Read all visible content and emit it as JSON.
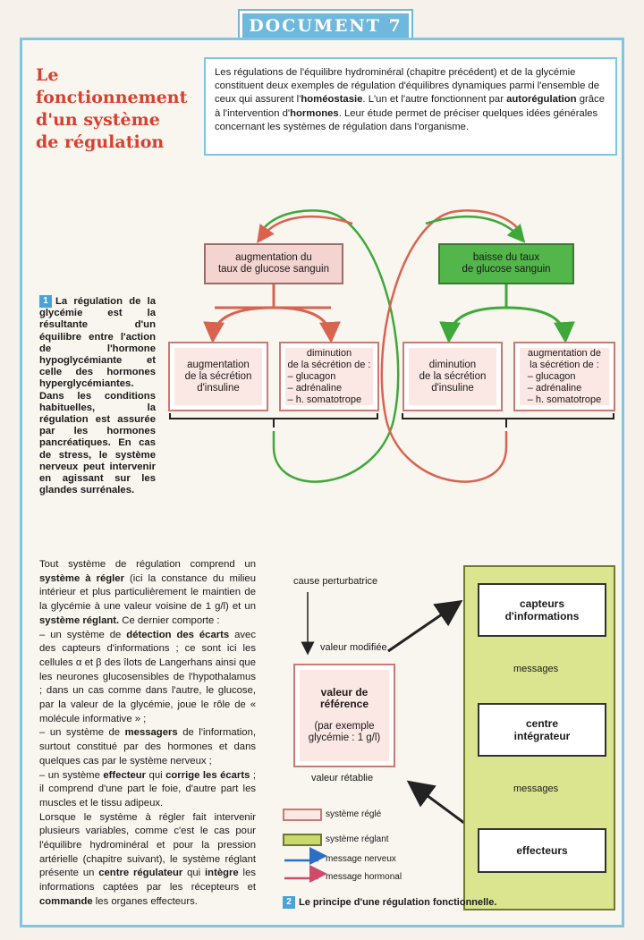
{
  "doc_label": "DOCUMENT 7",
  "title_lines": [
    "Le fonctionnement",
    "d'un système",
    "de régulation"
  ],
  "intro": {
    "t1": "Les régulations de l'équilibre hydrominéral (chapitre précédent) et de la glycémie constituent deux exemples de régulation d'équilibres dynamiques parmi l'ensemble de ceux qui assurent l'",
    "homeostasie": "homéostasie",
    "t2": ". L'un et l'autre fonctionnent par ",
    "autoregulation": "autorégulation",
    "t3": " grâce à l'intervention d'",
    "hormones": "hormones",
    "t4": ". Leur étude permet de préciser quelques idées générales concernant les systèmes de régulation dans l'organisme."
  },
  "fig1": {
    "number": "1",
    "top_left": [
      "augmentation du",
      "taux de glucose sanguin"
    ],
    "top_right": [
      "baisse du taux",
      "de glucose sanguin"
    ],
    "b1": [
      "augmentation",
      "de la sécrétion",
      "d'insuline"
    ],
    "b2": [
      "diminution",
      "de la sécrétion de :",
      "– glucagon",
      "– adrénaline",
      "– h. somatotrope"
    ],
    "b3": [
      "diminution",
      "de la sécrétion",
      "d'insuline"
    ],
    "b4": [
      "augmentation de",
      "la sécrétion de :",
      "– glucagon",
      "– adrénaline",
      "– h. somatotrope"
    ],
    "note": "La régulation de la glycémie est la résultante d'un équilibre entre l'action de l'hormone hypoglycémiante et celle des hormones hyperglycémiantes. Dans les conditions habituelles, la régulation est assurée par les hormones pancréatiques. En cas de stress, le système nerveux peut intervenir en agissant sur les glandes surrénales."
  },
  "body": {
    "p1a": "Tout système de régulation comprend un ",
    "p1b": "système à régler",
    "p1c": " (ici la constance du milieu intérieur et plus particulièrement le maintien de la glycémie à une valeur voisine de 1 g/l) et un ",
    "p1d": "système réglant.",
    "p1e": " Ce dernier comporte :",
    "p2a": "– un système de ",
    "p2b": "détection des écarts",
    "p2c": " avec des capteurs d'informations ; ce sont ici les cellules α et β des îlots de Langerhans ainsi que les neurones glucosensibles de l'hypothalamus ; dans un cas comme dans l'autre, le glucose, par la valeur de la glycémie, joue le rôle de « molécule informative » ;",
    "p3a": "– un système de ",
    "p3b": "messagers",
    "p3c": " de l'information, surtout constitué par des hormones et dans quelques cas par le système nerveux ;",
    "p4a": "– un système ",
    "p4b": "effecteur",
    "p4c": " qui ",
    "p4d": "corrige les écarts",
    "p4e": " ; il comprend d'une part le foie, d'autre part les muscles et le tissu adipeux.",
    "p5a": "Lorsque le système à régler fait intervenir plusieurs variables, comme c'est le cas pour l'équilibre hydrominéral et pour la pression artérielle (chapitre suivant), le système réglant présente un ",
    "p5b": "centre régulateur",
    "p5c": " qui ",
    "p5d": "intègre",
    "p5e": " les informations captées par les récepteurs et ",
    "p5f": "commande",
    "p5g": " les organes effecteurs."
  },
  "fig2": {
    "number": "2",
    "cause": "cause perturbatrice",
    "valeur_modifiee": "valeur modifiée",
    "ref_title": [
      "valeur de",
      "référence"
    ],
    "ref_sub": [
      "(par exemple",
      "glycémie : 1 g/l)"
    ],
    "valeur_retablie": "valeur rétablie",
    "capteurs": [
      "capteurs",
      "d'informations"
    ],
    "centre": [
      "centre",
      "intégrateur"
    ],
    "effecteurs": "effecteurs",
    "messages": "messages",
    "legend": {
      "regle": "système réglé",
      "reglant": "système réglant",
      "nerveux": "message nerveux",
      "hormonal": "message hormonal"
    },
    "caption": "Le principe d'une régulation fonctionnelle."
  },
  "colors": {
    "frame": "#7ec6e4",
    "title": "#d8402f",
    "red_box": "#f4d4d0",
    "green_box": "#52b64a",
    "green_panel": "#dbe58f",
    "nerve": "#2a6fc4",
    "hormone": "#d04a6a"
  }
}
